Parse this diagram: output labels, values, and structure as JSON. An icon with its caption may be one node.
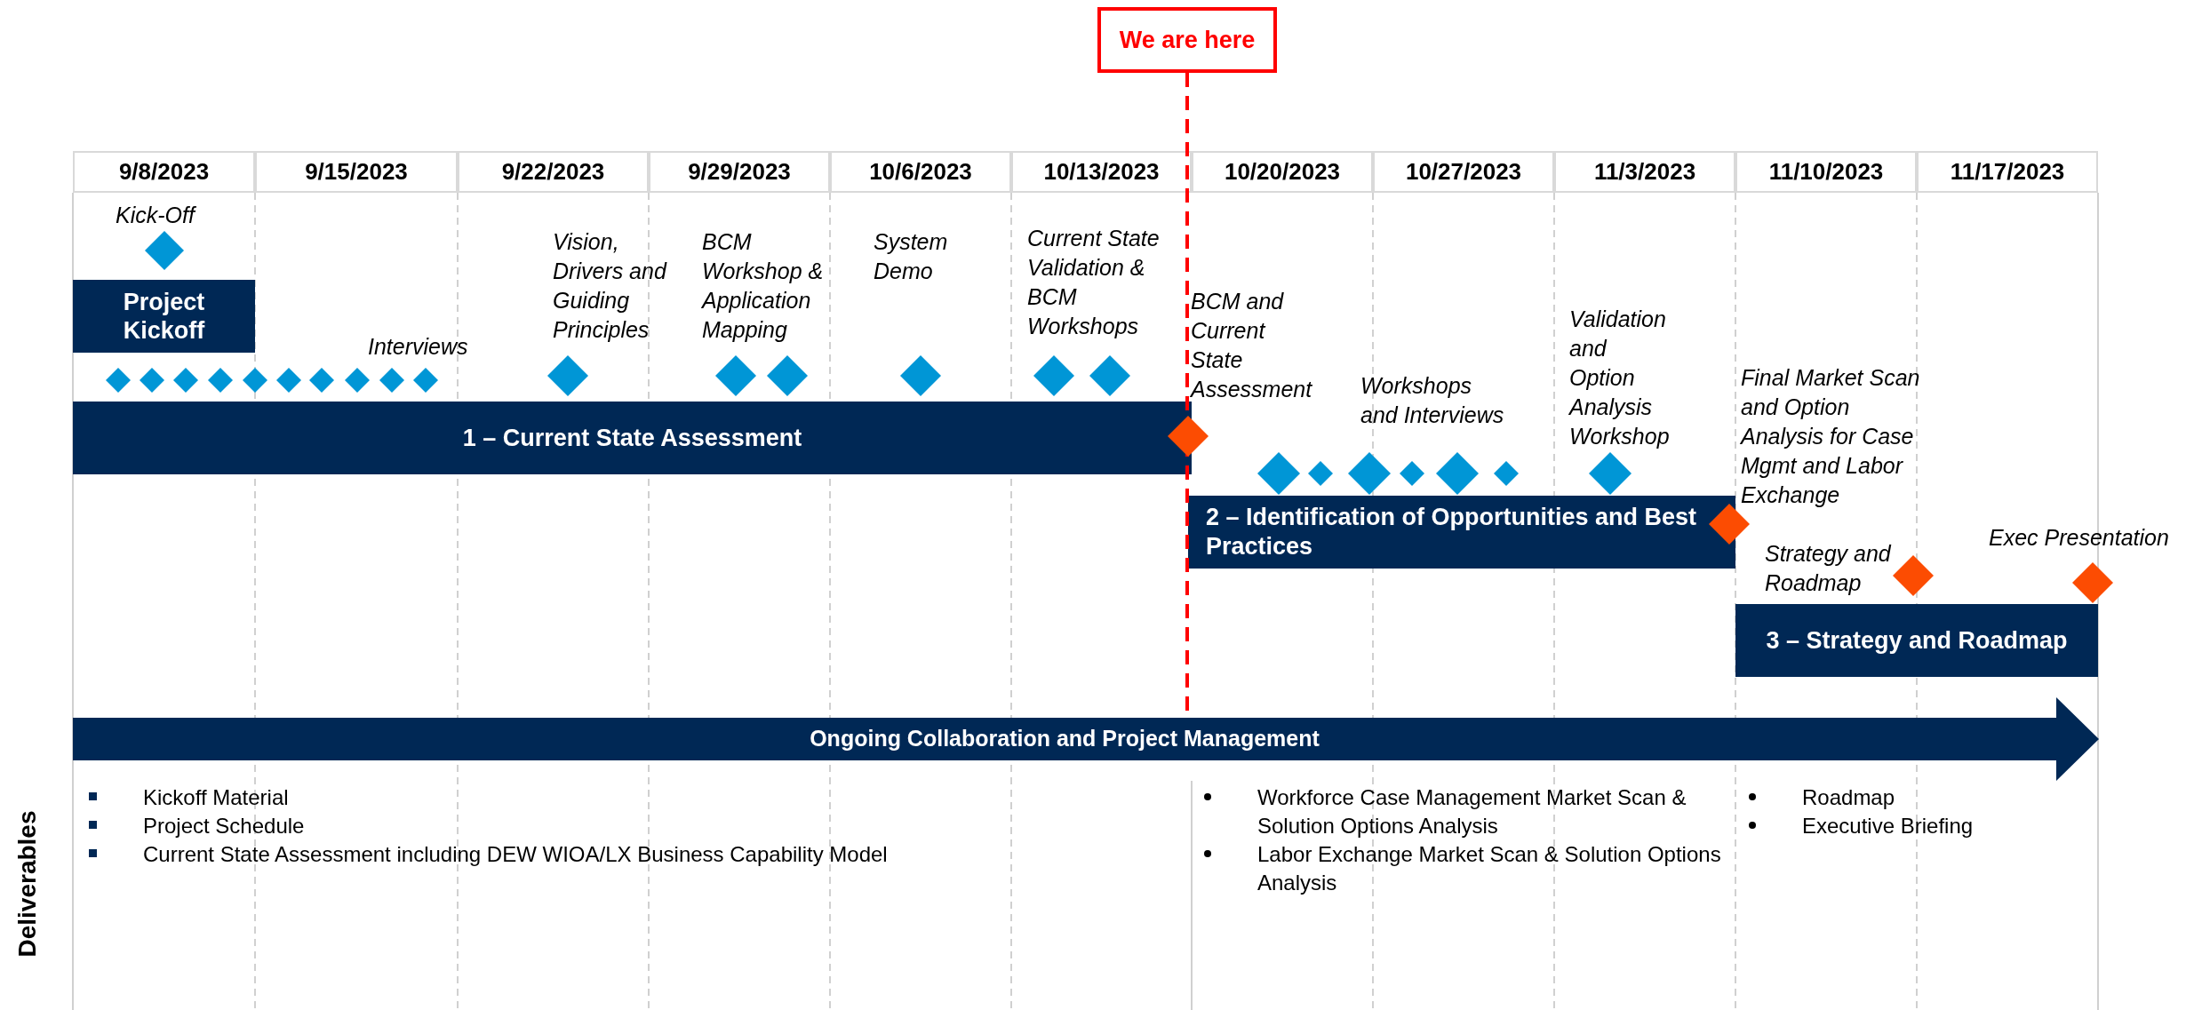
{
  "diagram": {
    "nodes": [
      {
        "text": [
          "9/8/2023"
        ]
      },
      {
        "text": [
          "9/15/2023"
        ]
      },
      {
        "text": [
          "9/22/2023"
        ]
      },
      {
        "text": [
          "9/29/2023"
        ]
      },
      {
        "text": [
          "10/6/2023"
        ]
      },
      {
        "text": [
          "10/13/2023"
        ]
      },
      {
        "text": [
          "10/20/2023"
        ]
      },
      {
        "text": [
          "10/27/2023"
        ]
      },
      {
        "text": [
          "11/3/2023"
        ]
      },
      {
        "text": [
          "11/10/2023"
        ]
      },
      {
        "text": [
          "11/17/2023"
        ]
      },
      {
        "text": [
          "We are here"
        ]
      },
      {
        "text": [
          "Project Kickoff"
        ]
      },
      {
        "text": [
          "1 – Current State Assessment"
        ]
      },
      {
        "text": [
          "2 – Identification of Opportunities and Best Practices"
        ]
      },
      {
        "text": [
          "3 – Strategy and Roadmap"
        ]
      },
      {
        "text": [
          "Ongoing Collaboration and Project Management"
        ]
      }
    ],
    "edges": [
      {
        "from": 11,
        "to": 16,
        "arrow": "none",
        "style": "dashed",
        "color": "#ff0000"
      }
    ],
    "labels": [
      "Kick-Off",
      "Interviews",
      "Vision, Drivers and Guiding Principles",
      "BCM Workshop & Application Mapping",
      "System Demo",
      "Current State Validation & BCM Workshops",
      "BCM and Current State Assessment",
      "Workshops and Interviews",
      "Validation and Option Analysis Workshop",
      "Final Market Scan and Option Analysis for Case Mgmt and Labor Exchange",
      "Strategy and Roadmap",
      "Exec Presentation",
      "Deliverables",
      "Kickoff Material",
      "Project Schedule",
      "Current State Assessment including DEW WIOA/LX Business Capability Model",
      "Workforce Case Management Market Scan & Solution Options Analysis",
      "Labor Exchange Market Scan & Solution Options Analysis",
      "Roadmap",
      "Executive Briefing"
    ]
  }
}
